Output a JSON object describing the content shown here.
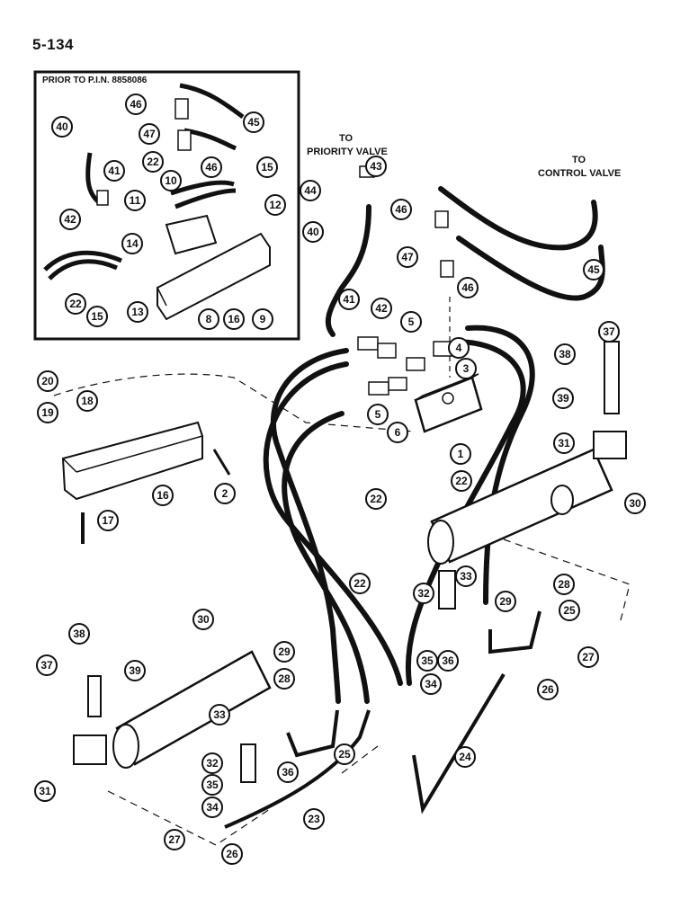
{
  "page_number": "5-134",
  "inset": {
    "title": "PRIOR TO P.I.N. 8858086"
  },
  "annotations": {
    "to_priority_line1": "TO",
    "to_priority_line2": "PRIORITY VALVE",
    "to_control_line1": "TO",
    "to_control_line2": "CONTROL VALVE"
  },
  "callouts": [
    "46",
    "45",
    "47",
    "40",
    "41",
    "22",
    "46",
    "15",
    "10",
    "11",
    "42",
    "12",
    "14",
    "22",
    "15",
    "13",
    "8",
    "16",
    "9",
    "44",
    "43",
    "40",
    "46",
    "47",
    "45",
    "46",
    "41",
    "42",
    "5",
    "4",
    "3",
    "5",
    "6",
    "1",
    "20",
    "18",
    "19",
    "16",
    "2",
    "17",
    "38",
    "37",
    "39",
    "31",
    "22",
    "22",
    "30",
    "33",
    "32",
    "29",
    "28",
    "25",
    "35",
    "36",
    "34",
    "27",
    "22",
    "26",
    "24",
    "38",
    "37",
    "39",
    "30",
    "29",
    "28",
    "33",
    "32",
    "36",
    "35",
    "25",
    "34",
    "31",
    "23",
    "27",
    "26"
  ]
}
